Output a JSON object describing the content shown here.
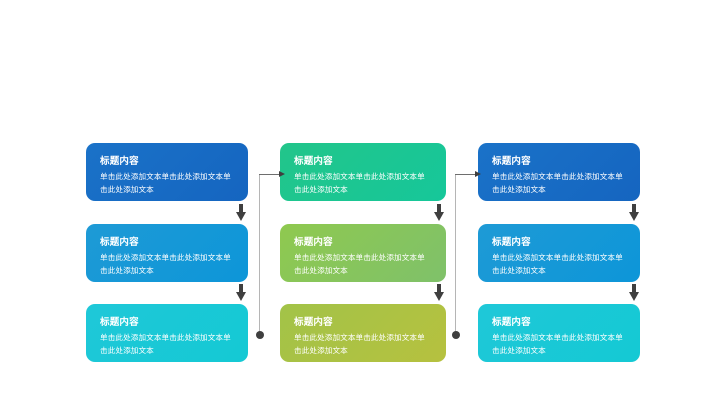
{
  "page": {
    "background": "#ffffff",
    "layout": "3x3 process flow grid with inter-column bracket connectors"
  },
  "palette": {
    "arrow": "#3f3f3f",
    "connector_line": "#b5b5b5",
    "text": "#ffffff"
  },
  "cards": [
    {
      "id": "c1r1",
      "column": 1,
      "row": 1,
      "title": "标题内容",
      "body": "单击此处添加文本单击此处添加文本单击此处添加文本",
      "color_start": "#1a72c8",
      "color_end": "#1565c0"
    },
    {
      "id": "c2r1",
      "column": 2,
      "row": 1,
      "title": "标题内容",
      "body": "单击此处添加文本单击此处添加文本单击此处添加文本",
      "color_start": "#22c58a",
      "color_end": "#16c79a"
    },
    {
      "id": "c3r1",
      "column": 3,
      "row": 1,
      "title": "标题内容",
      "body": "单击此处添加文本单击此处添加文本单击此处添加文本",
      "color_start": "#1a72c8",
      "color_end": "#1565c0"
    },
    {
      "id": "c1r2",
      "column": 1,
      "row": 2,
      "title": "标题内容",
      "body": "单击此处添加文本单击此处添加文本单击此处添加文本",
      "color_start": "#1e9ad6",
      "color_end": "#0d96d8"
    },
    {
      "id": "c2r2",
      "column": 2,
      "row": 2,
      "title": "标题内容",
      "body": "单击此处添加文本单击此处添加文本单击此处添加文本",
      "color_start": "#8fc94f",
      "color_end": "#7fc16a"
    },
    {
      "id": "c3r2",
      "column": 3,
      "row": 2,
      "title": "标题内容",
      "body": "单击此处添加文本单击此处添加文本单击此处添加文本",
      "color_start": "#1e9ad6",
      "color_end": "#0d96d8"
    },
    {
      "id": "c1r3",
      "column": 1,
      "row": 3,
      "title": "标题内容",
      "body": "单击此处添加文本单击此处添加文本单击此处添加文本",
      "color_start": "#1fc8d8",
      "color_end": "#14c9d4"
    },
    {
      "id": "c2r3",
      "column": 2,
      "row": 3,
      "title": "标题内容",
      "body": "单击此处添加文本单击此处添加文本单击此处添加文本",
      "color_start": "#a2c348",
      "color_end": "#b6c13f"
    },
    {
      "id": "c3r3",
      "column": 3,
      "row": 3,
      "title": "标题内容",
      "body": "单击此处添加文本单击此处添加文本单击此处添加文本",
      "color_start": "#1fc8d8",
      "color_end": "#14c9d4"
    }
  ],
  "connectors": {
    "down_arrows": [
      {
        "id": "col1-arrow-1",
        "icon": "arrow-down-icon"
      },
      {
        "id": "col1-arrow-2",
        "icon": "arrow-down-icon"
      },
      {
        "id": "col2-arrow-1",
        "icon": "arrow-down-icon"
      },
      {
        "id": "col2-arrow-2",
        "icon": "arrow-down-icon"
      },
      {
        "id": "col3-arrow-1",
        "icon": "arrow-down-icon"
      },
      {
        "id": "col3-arrow-2",
        "icon": "arrow-down-icon"
      }
    ],
    "brackets": [
      {
        "id": "bracket-col1-to-col2",
        "icon": "arrow-right-icon",
        "endpoint": "dot"
      },
      {
        "id": "bracket-col2-to-col3",
        "icon": "arrow-right-icon",
        "endpoint": "dot"
      }
    ]
  }
}
